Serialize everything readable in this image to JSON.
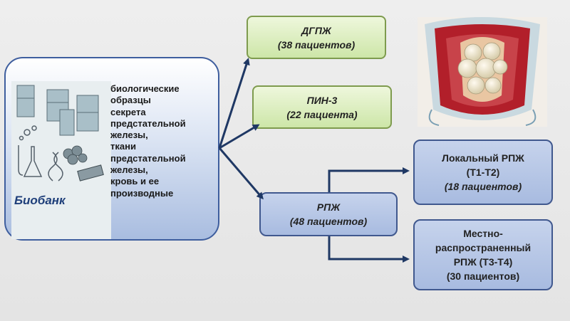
{
  "biobank": {
    "title": "Биобанк",
    "items": [
      "биологические",
      "образцы",
      "секрета",
      "предстательной",
      "железы,",
      "ткани",
      "предстательной",
      "железы,",
      "кровь и ее",
      "производные"
    ]
  },
  "boxes": {
    "dgpzh": {
      "line1": "ДГПЖ",
      "line2": "(38 пациентов)"
    },
    "pin3": {
      "line1": "ПИН-3",
      "line2": "(22 пациента)"
    },
    "rpzh": {
      "line1": "РПЖ",
      "line2": "(48 пациентов)"
    },
    "local": {
      "line1": "Локальный  РПЖ",
      "line2": "(Т1-Т2)",
      "line3": "(18 пациентов)"
    },
    "meta": {
      "line1": "Местно-",
      "line2": "распространенный",
      "line3": "РПЖ (Т3-Т4)",
      "line4": "(30 пациентов)"
    }
  },
  "colors": {
    "arrow": "#1f3864",
    "green_border": "#7e9b4e",
    "blue_border": "#40588e"
  },
  "icons": [
    "refrigerator-icon",
    "flask-icon",
    "microscope-icon",
    "dna-icon",
    "specimen-photo"
  ]
}
